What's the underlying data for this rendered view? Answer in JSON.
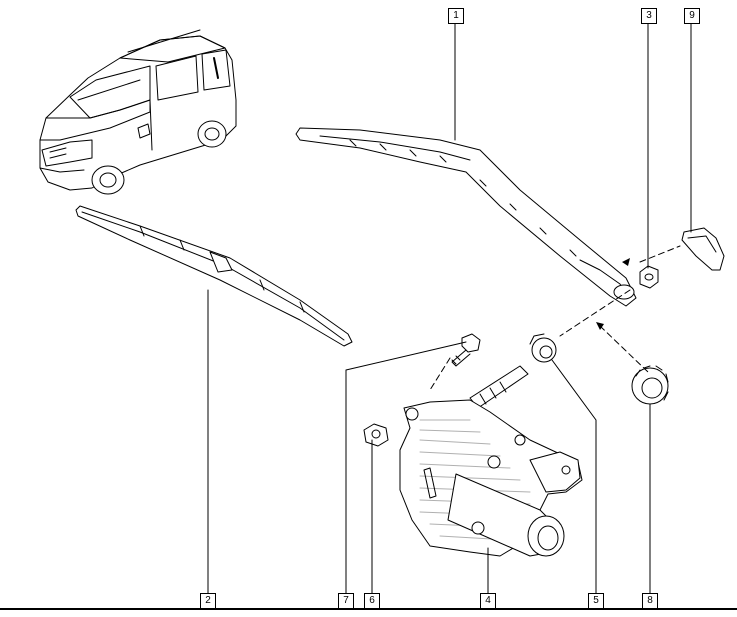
{
  "callouts": {
    "c1": "1",
    "c2": "2",
    "c3": "3",
    "c4": "4",
    "c5": "5",
    "c6": "6",
    "c7": "7",
    "c8": "8",
    "c9": "9"
  },
  "colors": {
    "ink": "#000000",
    "paper": "#ffffff",
    "shade": "#d9d9d9"
  }
}
